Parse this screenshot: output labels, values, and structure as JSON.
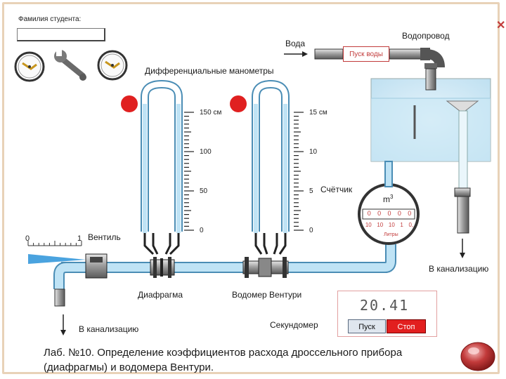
{
  "student": {
    "label": "Фамилия студента:",
    "value": ""
  },
  "labels": {
    "water": "Вода",
    "water_supply": "Водопровод",
    "water_start_button": "Пуск воды",
    "manometers": "Дифференциальные манометры",
    "counter": "Счётчик",
    "valve": "Вентиль",
    "valve_min": "0",
    "valve_max": "1",
    "diaphragm": "Диафрагма",
    "venturi": "Водомер Вентури",
    "drain_left": "В канализацию",
    "drain_right": "В канализацию",
    "stopwatch": "Секундомер"
  },
  "manometer1_scale": [
    "150 см",
    "100",
    "50",
    "0"
  ],
  "manometer2_scale": [
    "15 см",
    "10",
    "5",
    "0"
  ],
  "meter": {
    "unit": "m",
    "unit_sup": "3",
    "digits": [
      "0",
      "0",
      "0",
      "0",
      "0"
    ],
    "sub_labels": [
      "10",
      "10",
      "10",
      "1",
      "0,"
    ],
    "small_label": "Литры"
  },
  "stopwatch": {
    "display": "20.41",
    "start_label": "Пуск",
    "stop_label": "Стоп"
  },
  "title": {
    "line1": "Лаб. №10.  Определение коэффициентов расхода дроссельного прибора",
    "line2": "(диафрагмы) и водомера Вентури."
  },
  "close_icon": "✕",
  "colors": {
    "water": "#bfe3f5",
    "pipe_outline": "#4a8db5",
    "indicator": "#e02020",
    "stop": "#e21f1f",
    "border": "#e8d2b8"
  }
}
